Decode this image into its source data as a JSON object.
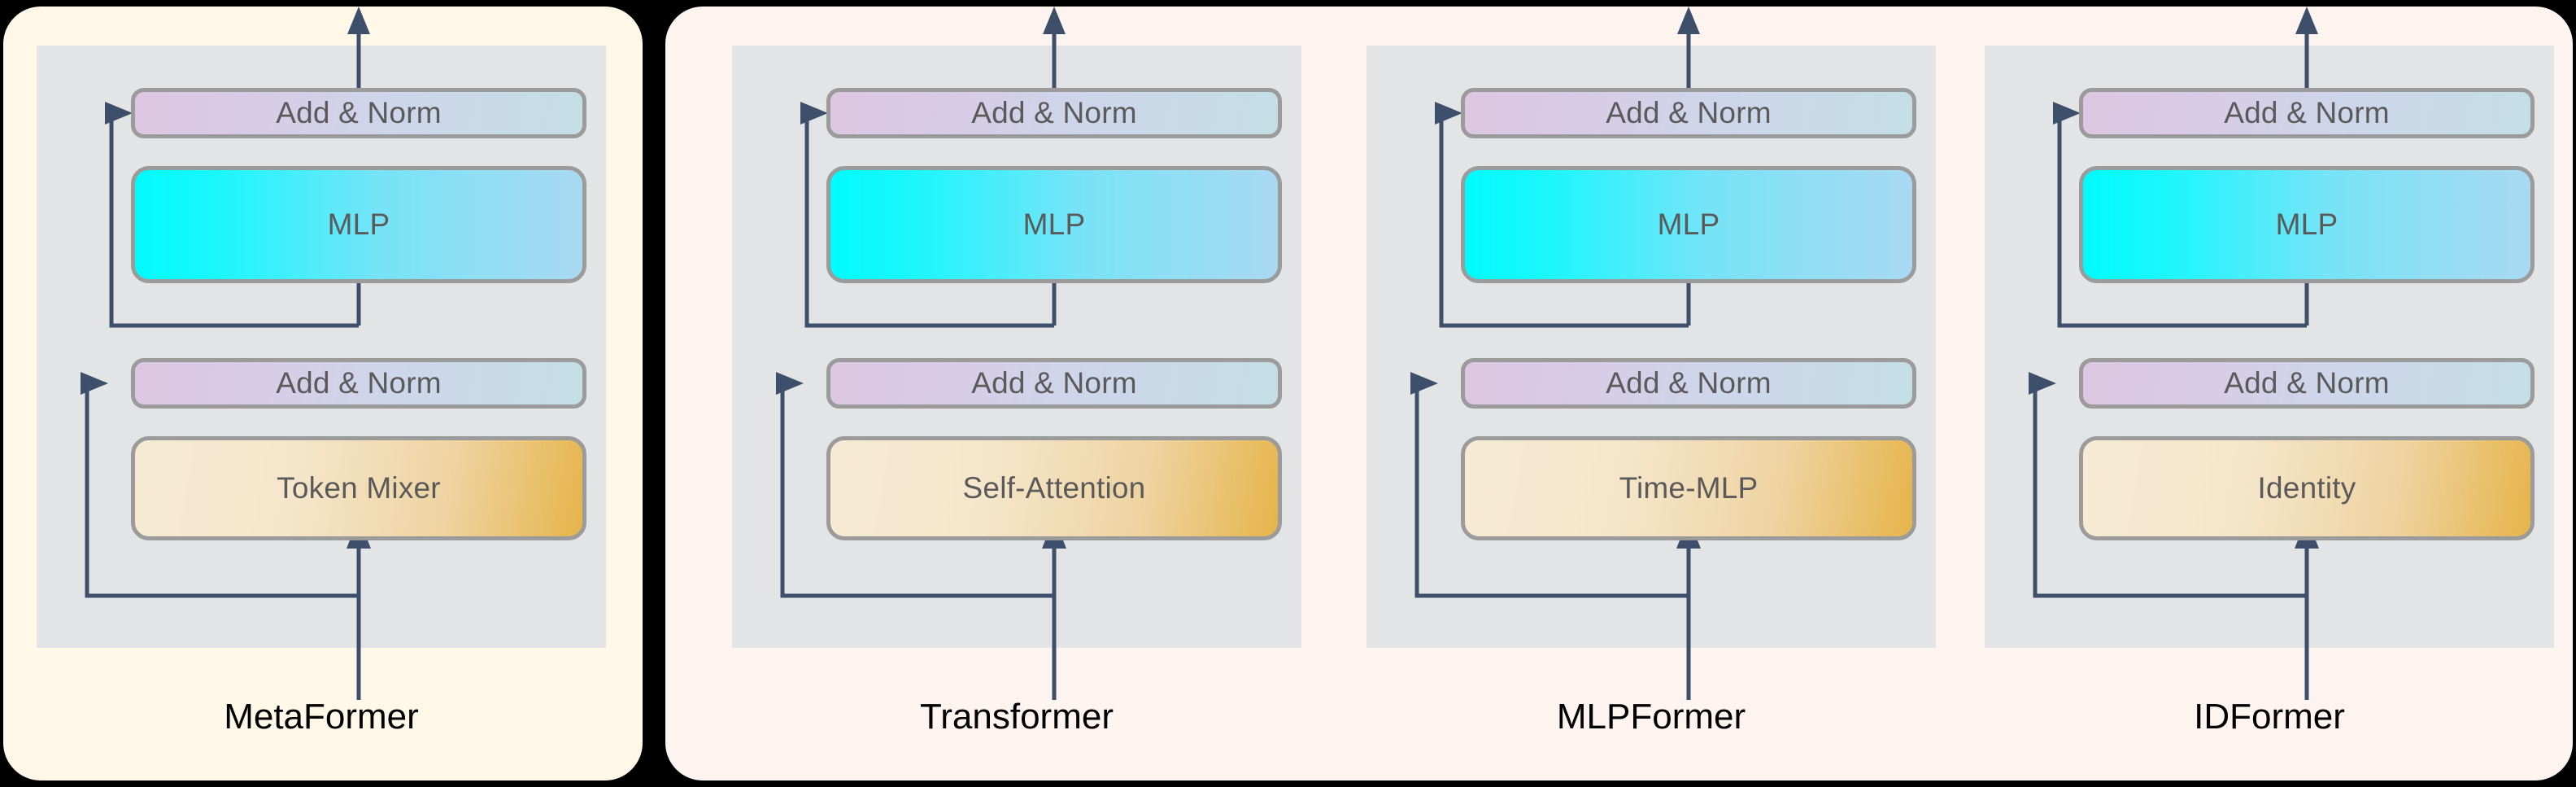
{
  "background_color": "#000000",
  "groups": [
    {
      "id": "metaformer-group",
      "fill": "#FFF8E8",
      "panel_ids": [
        "metaformer"
      ]
    },
    {
      "id": "instances-group",
      "fill": "#FDF3EF",
      "panel_ids": [
        "transformer",
        "mlpformer",
        "idformer"
      ]
    }
  ],
  "panel_style": {
    "plate_fill": "#E3E4E6",
    "box_border": "#9B9B9B",
    "box_text_color": "#5A5A5A",
    "arrow_color": "#3D4F6B",
    "inner_link_color": "#8D8D8D",
    "norm_gradient": [
      "#DDC6E2",
      "#C3DEE5"
    ],
    "mlp_gradient": [
      "#00FBFF",
      "#A9D9F2"
    ],
    "mixer_gradient": [
      "#F7EAD4",
      "#E6B44A"
    ]
  },
  "panels": [
    {
      "id": "metaformer",
      "caption": "MetaFormer",
      "blocks": {
        "norm_top": "Add & Norm",
        "mlp": "MLP",
        "norm_bottom": "Add & Norm",
        "mixer": "Token Mixer"
      }
    },
    {
      "id": "transformer",
      "caption": "Transformer",
      "blocks": {
        "norm_top": "Add & Norm",
        "mlp": "MLP",
        "norm_bottom": "Add & Norm",
        "mixer": "Self-Attention"
      }
    },
    {
      "id": "mlpformer",
      "caption": "MLPFormer",
      "blocks": {
        "norm_top": "Add & Norm",
        "mlp": "MLP",
        "norm_bottom": "Add & Norm",
        "mixer": "Time-MLP"
      }
    },
    {
      "id": "idformer",
      "caption": "IDFormer",
      "blocks": {
        "norm_top": "Add & Norm",
        "mlp": "MLP",
        "norm_bottom": "Add & Norm",
        "mixer": "Identity"
      }
    }
  ]
}
